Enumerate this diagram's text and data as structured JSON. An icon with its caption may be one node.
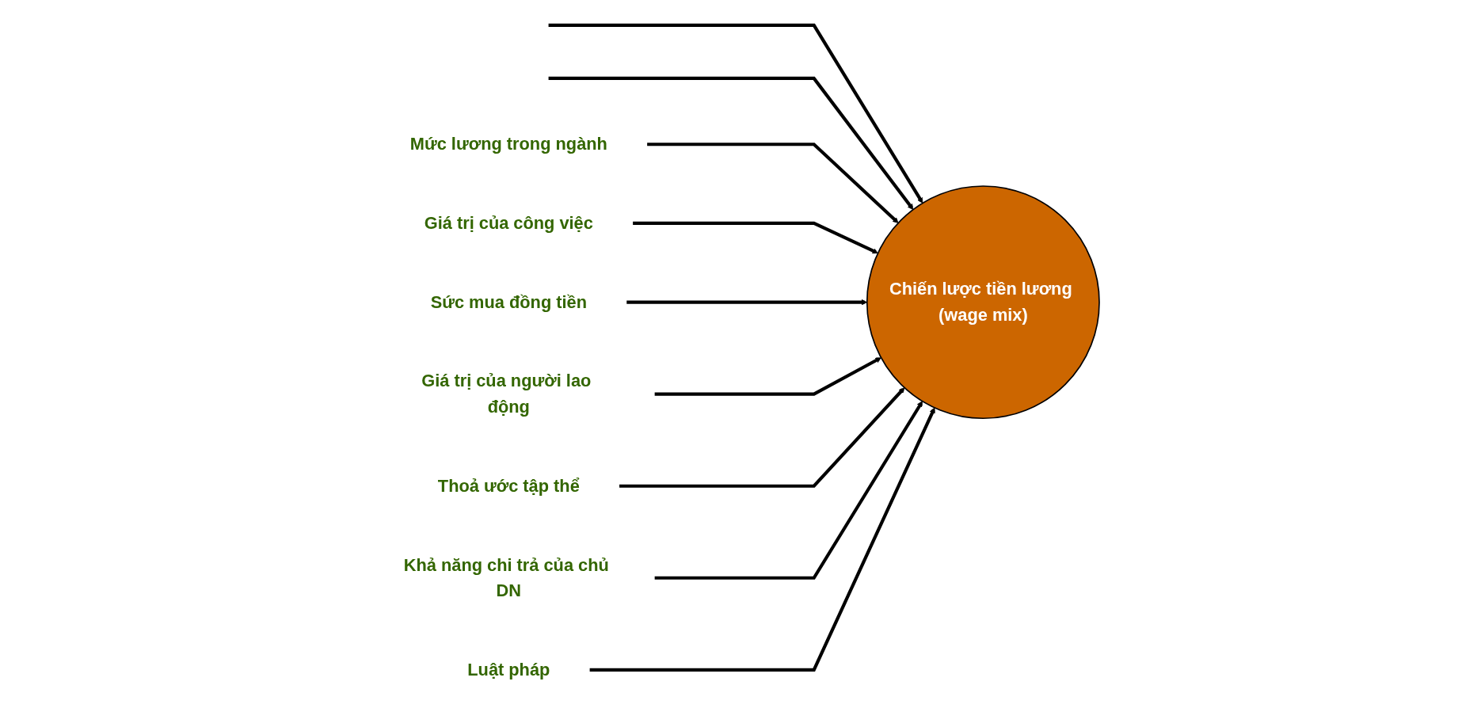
{
  "diagram": {
    "nodes": [
      {
        "text": [
          "Chiến lược tiền lương (wage mix)"
        ]
      },
      {
        "text": [
          "Mức lương trong ngành"
        ]
      },
      {
        "text": [
          "Giá trị của công việc"
        ]
      },
      {
        "text": [
          "Sức mua đồng tiền"
        ]
      },
      {
        "text": [
          "Giá trị của người lao động"
        ]
      },
      {
        "text": [
          "Thoả ước tập thể"
        ]
      },
      {
        "text": [
          "Khả năng chi trả của chủ DN"
        ]
      },
      {
        "text": [
          "Luật pháp"
        ]
      }
    ],
    "edges": [
      {
        "from": null,
        "to": 0,
        "arrow": "to"
      },
      {
        "from": null,
        "to": 0,
        "arrow": "to"
      },
      {
        "from": 1,
        "to": 0,
        "arrow": "to"
      },
      {
        "from": 2,
        "to": 0,
        "arrow": "to"
      },
      {
        "from": 3,
        "to": 0,
        "arrow": "to"
      },
      {
        "from": 4,
        "to": 0,
        "arrow": "to"
      },
      {
        "from": 5,
        "to": 0,
        "arrow": "to"
      },
      {
        "from": 6,
        "to": 0,
        "arrow": "to"
      },
      {
        "from": 7,
        "to": 0,
        "arrow": "to"
      }
    ]
  }
}
